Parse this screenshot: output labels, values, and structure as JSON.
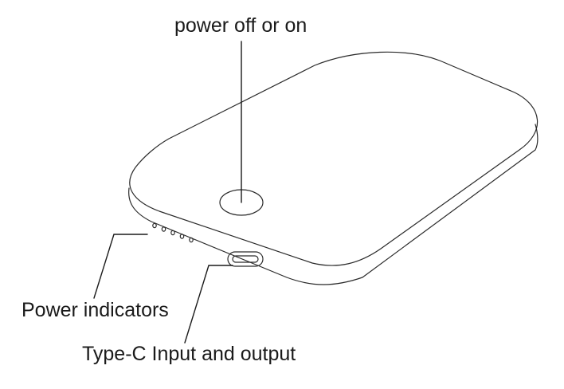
{
  "labels": {
    "power_button": "power off or on",
    "power_indicators": "Power indicators",
    "type_c_port": "Type-C Input and output"
  },
  "colors": {
    "line": "#2a2a2a",
    "text": "#1a1a1a",
    "background": "#ffffff"
  },
  "indicator_led_count": 5
}
